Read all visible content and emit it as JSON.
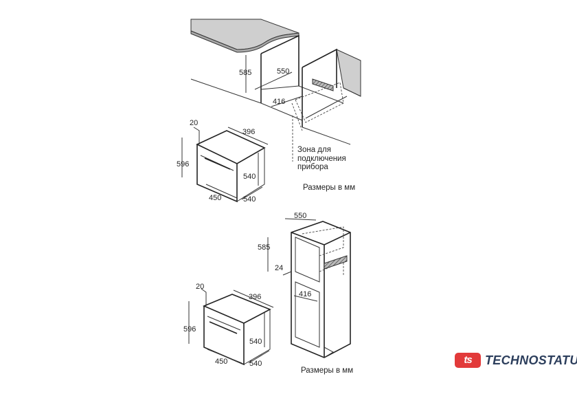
{
  "top_diagram": {
    "dims": {
      "niche_height": "585",
      "niche_depth": "550",
      "niche_width": "416",
      "front_offset": "20",
      "oven_depth": "396",
      "oven_height": "596",
      "oven_inner_height": "540",
      "oven_width": "450",
      "oven_side": "540"
    },
    "connection_zone": [
      "Зона для",
      "подключения",
      "прибора"
    ],
    "units_note": "Размеры в мм"
  },
  "bottom_diagram": {
    "dims": {
      "niche_depth": "550",
      "niche_height": "585",
      "gap": "24",
      "niche_width": "416",
      "front_offset": "20",
      "oven_depth": "396",
      "oven_height": "596",
      "oven_inner_height": "540",
      "oven_width": "450",
      "oven_side": "540"
    },
    "units_note": "Размеры в мм"
  },
  "logo": {
    "mark": "ts",
    "name": "TECHNOSTATUS",
    "mark_color": "#e23a3a",
    "text_color": "#2c3e5c"
  }
}
